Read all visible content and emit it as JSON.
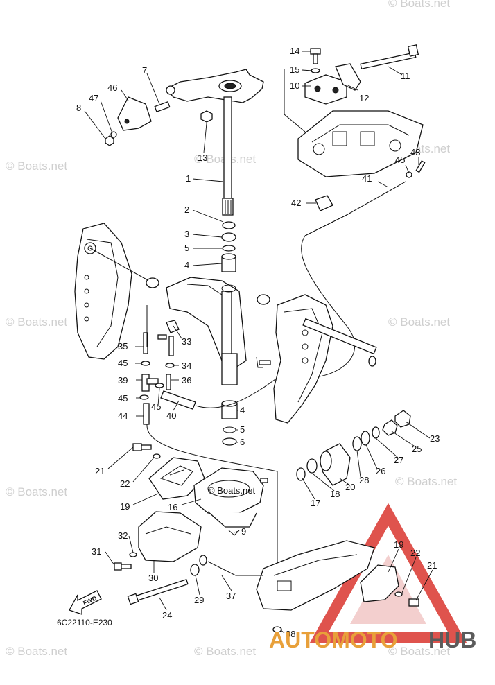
{
  "diagram": {
    "code": "6C22110-E230",
    "fwd": "FWD",
    "watermark": "© Boats.net",
    "watermark_inline": "© Boats.net",
    "brand_prefix": "AUTOMOTO",
    "brand_suffix": "HUB",
    "colors": {
      "brand_orange": "#e8a03a",
      "brand_red": "#d9352e",
      "brand_gray": "#5b5b5b"
    },
    "callouts": {
      "c1": "1",
      "c2": "2",
      "c3": "3",
      "c4a": "4",
      "c4b": "4",
      "c5a": "5",
      "c5b": "5",
      "c6": "6",
      "c7": "7",
      "c8": "8",
      "c9": "9",
      "c10": "10",
      "c11": "11",
      "c12": "12",
      "c13": "13",
      "c14": "14",
      "c15": "15",
      "c16": "16",
      "c17": "17",
      "c18": "18",
      "c19a": "19",
      "c19b": "19",
      "c20": "20",
      "c21a": "21",
      "c21b": "21",
      "c22a": "22",
      "c22b": "22",
      "c23": "23",
      "c24": "24",
      "c25": "25",
      "c26": "26",
      "c27": "27",
      "c28": "28",
      "c29": "29",
      "c30": "30",
      "c31": "31",
      "c32": "32",
      "c33": "33",
      "c34": "34",
      "c35": "35",
      "c36": "36",
      "c37": "37",
      "c38": "38",
      "c39": "39",
      "c40": "40",
      "c41": "41",
      "c42": "42",
      "c43": "43",
      "c44": "44",
      "c45a": "45",
      "c45b": "45",
      "c45c": "45",
      "c45d": "45",
      "c46": "46",
      "c47": "47"
    }
  }
}
